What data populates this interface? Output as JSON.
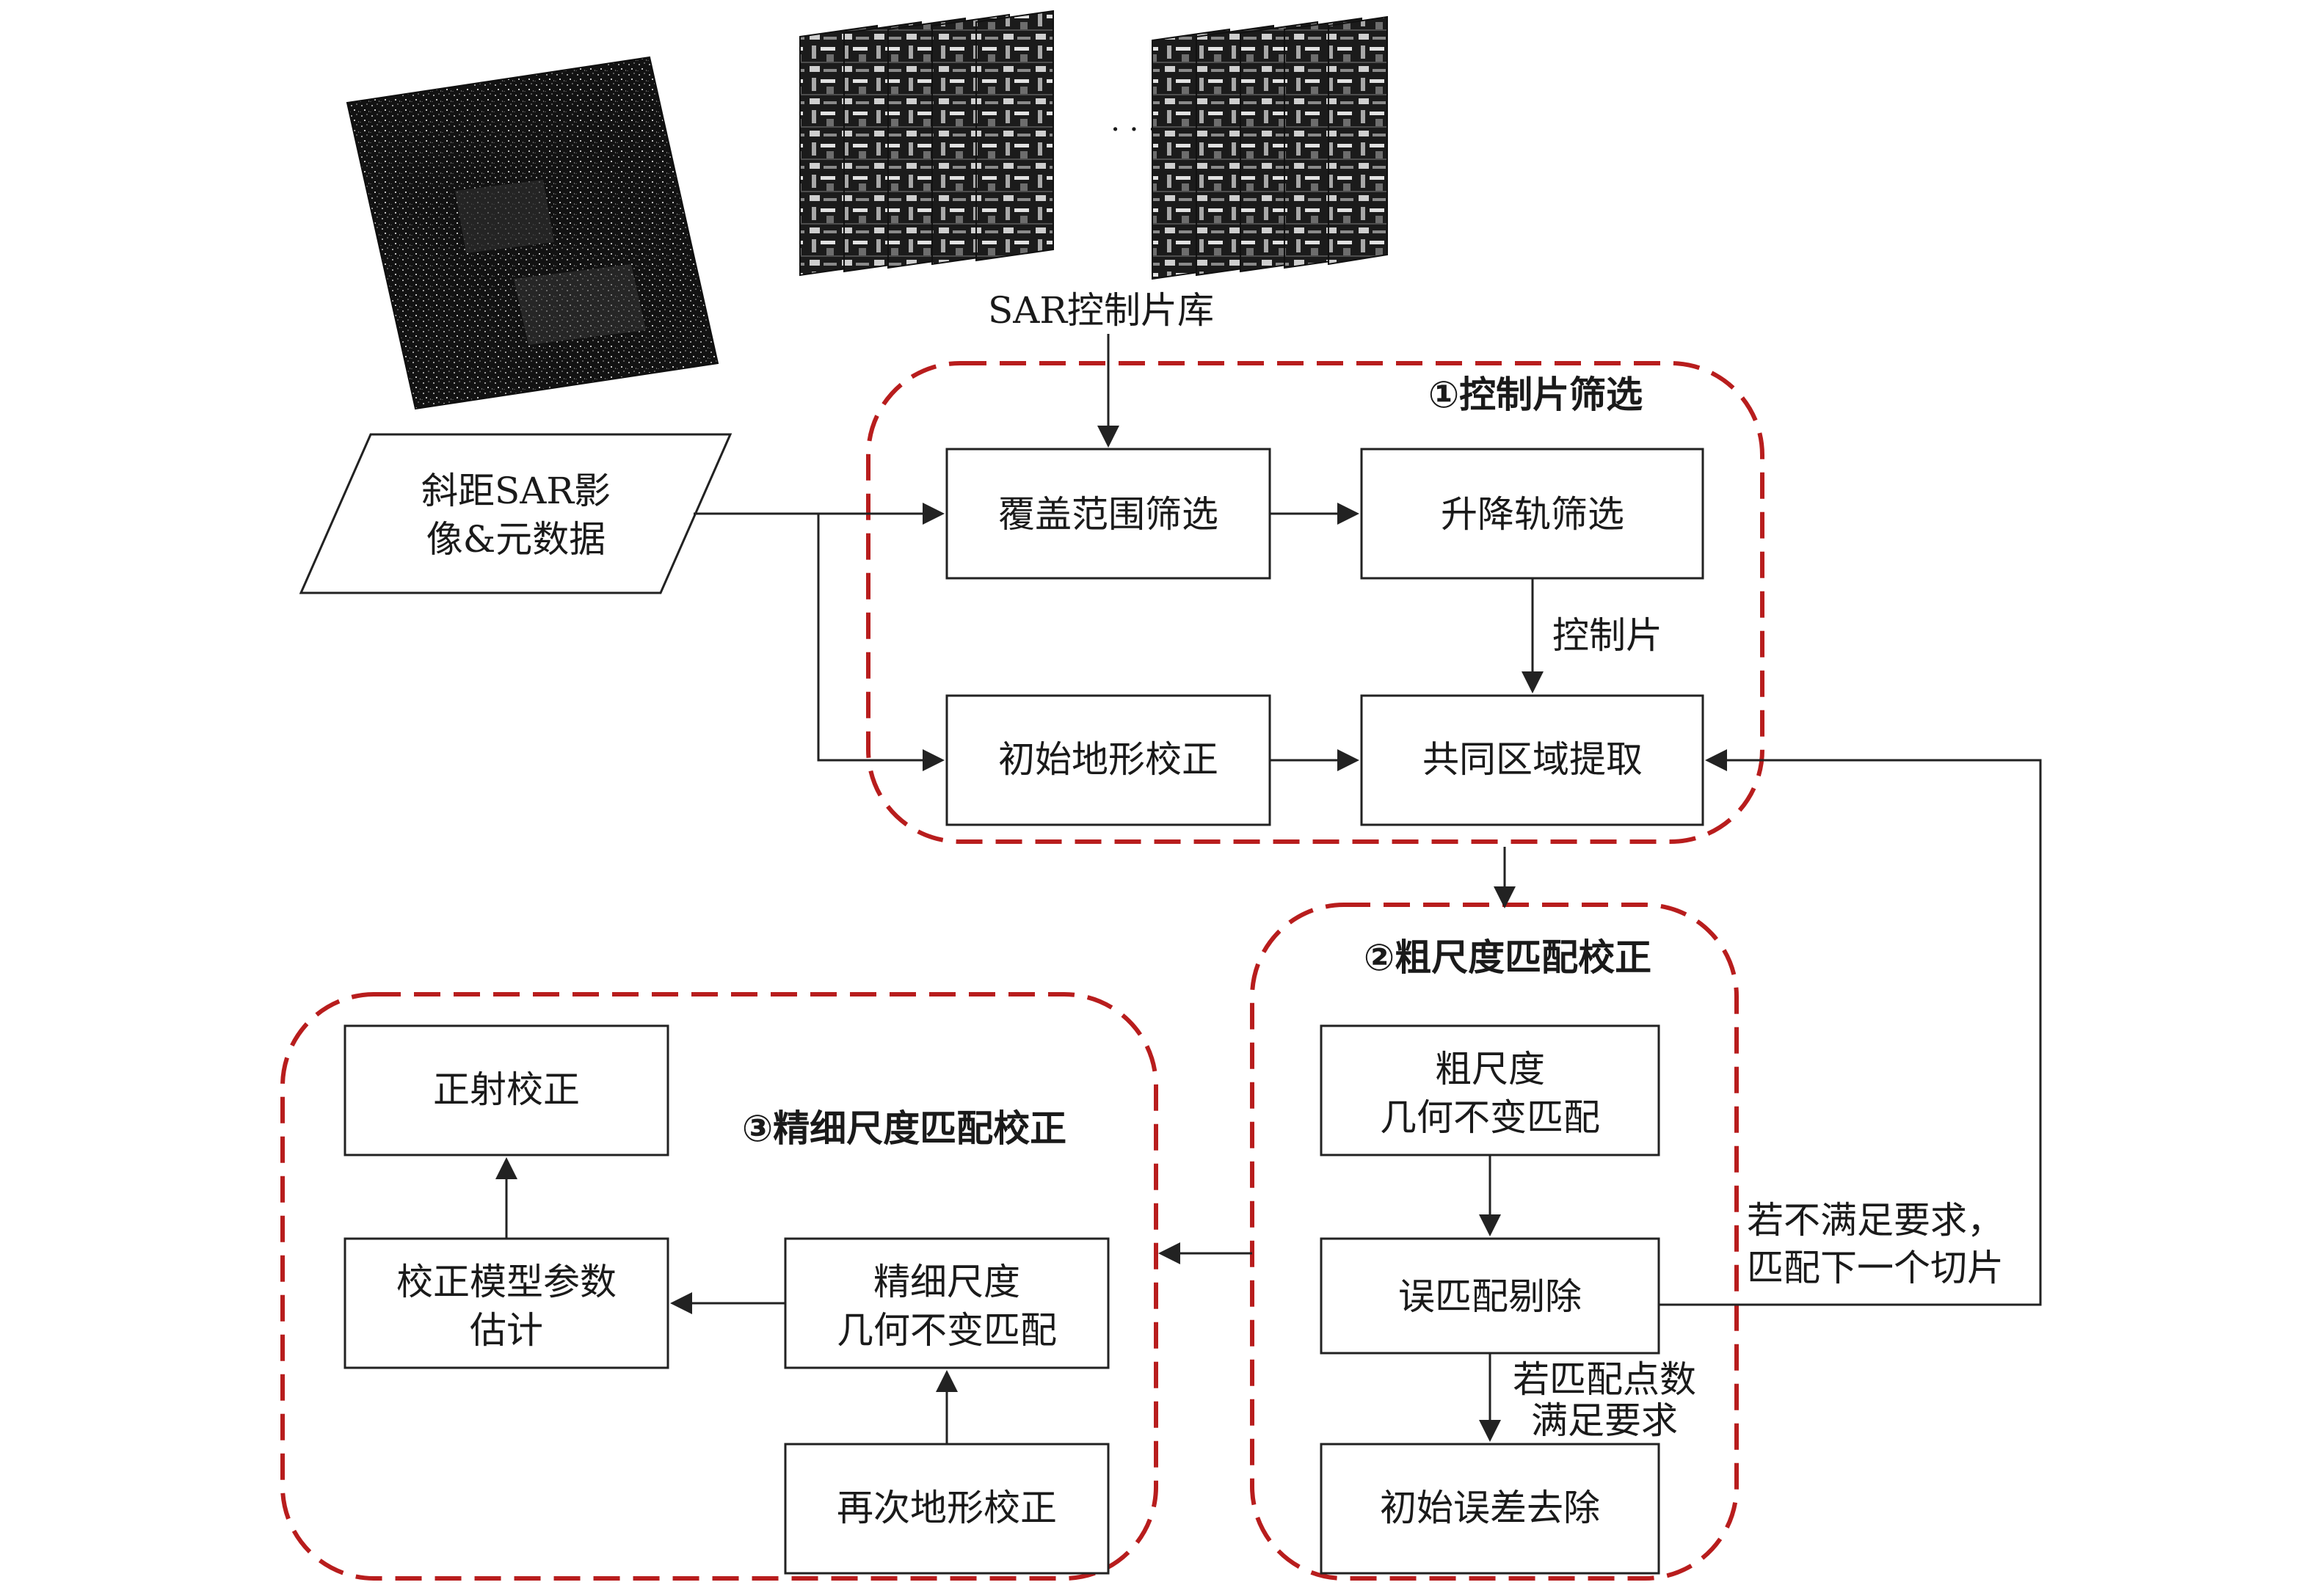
{
  "library": {
    "label": "SAR控制片库",
    "ellipsis": "· · ·"
  },
  "input": {
    "line1": "斜距SAR影",
    "line2": "像&元数据"
  },
  "groups": {
    "g1": "①控制片筛选",
    "g2": "②粗尺度匹配校正",
    "g3": "③精细尺度匹配校正"
  },
  "boxes": {
    "coverage": "覆盖范围筛选",
    "orbit": "升降轨筛选",
    "init_terrain": "初始地形校正",
    "common": "共同区域提取",
    "coarse_line1": "粗尺度",
    "coarse_line2": "几何不变匹配",
    "mismatch": "误匹配剔除",
    "init_error": "初始误差去除",
    "ortho": "正射校正",
    "model_line1": "校正模型参数",
    "model_line2": "估计",
    "fine_line1": "精细尺度",
    "fine_line2": "几何不变匹配",
    "re_terrain": "再次地形校正"
  },
  "labels": {
    "control": "控制片",
    "feedback_line1": "若不满足要求，",
    "feedback_line2": "匹配下一个切片",
    "points_line1": "若匹配点数",
    "points_line2": "满足要求"
  }
}
